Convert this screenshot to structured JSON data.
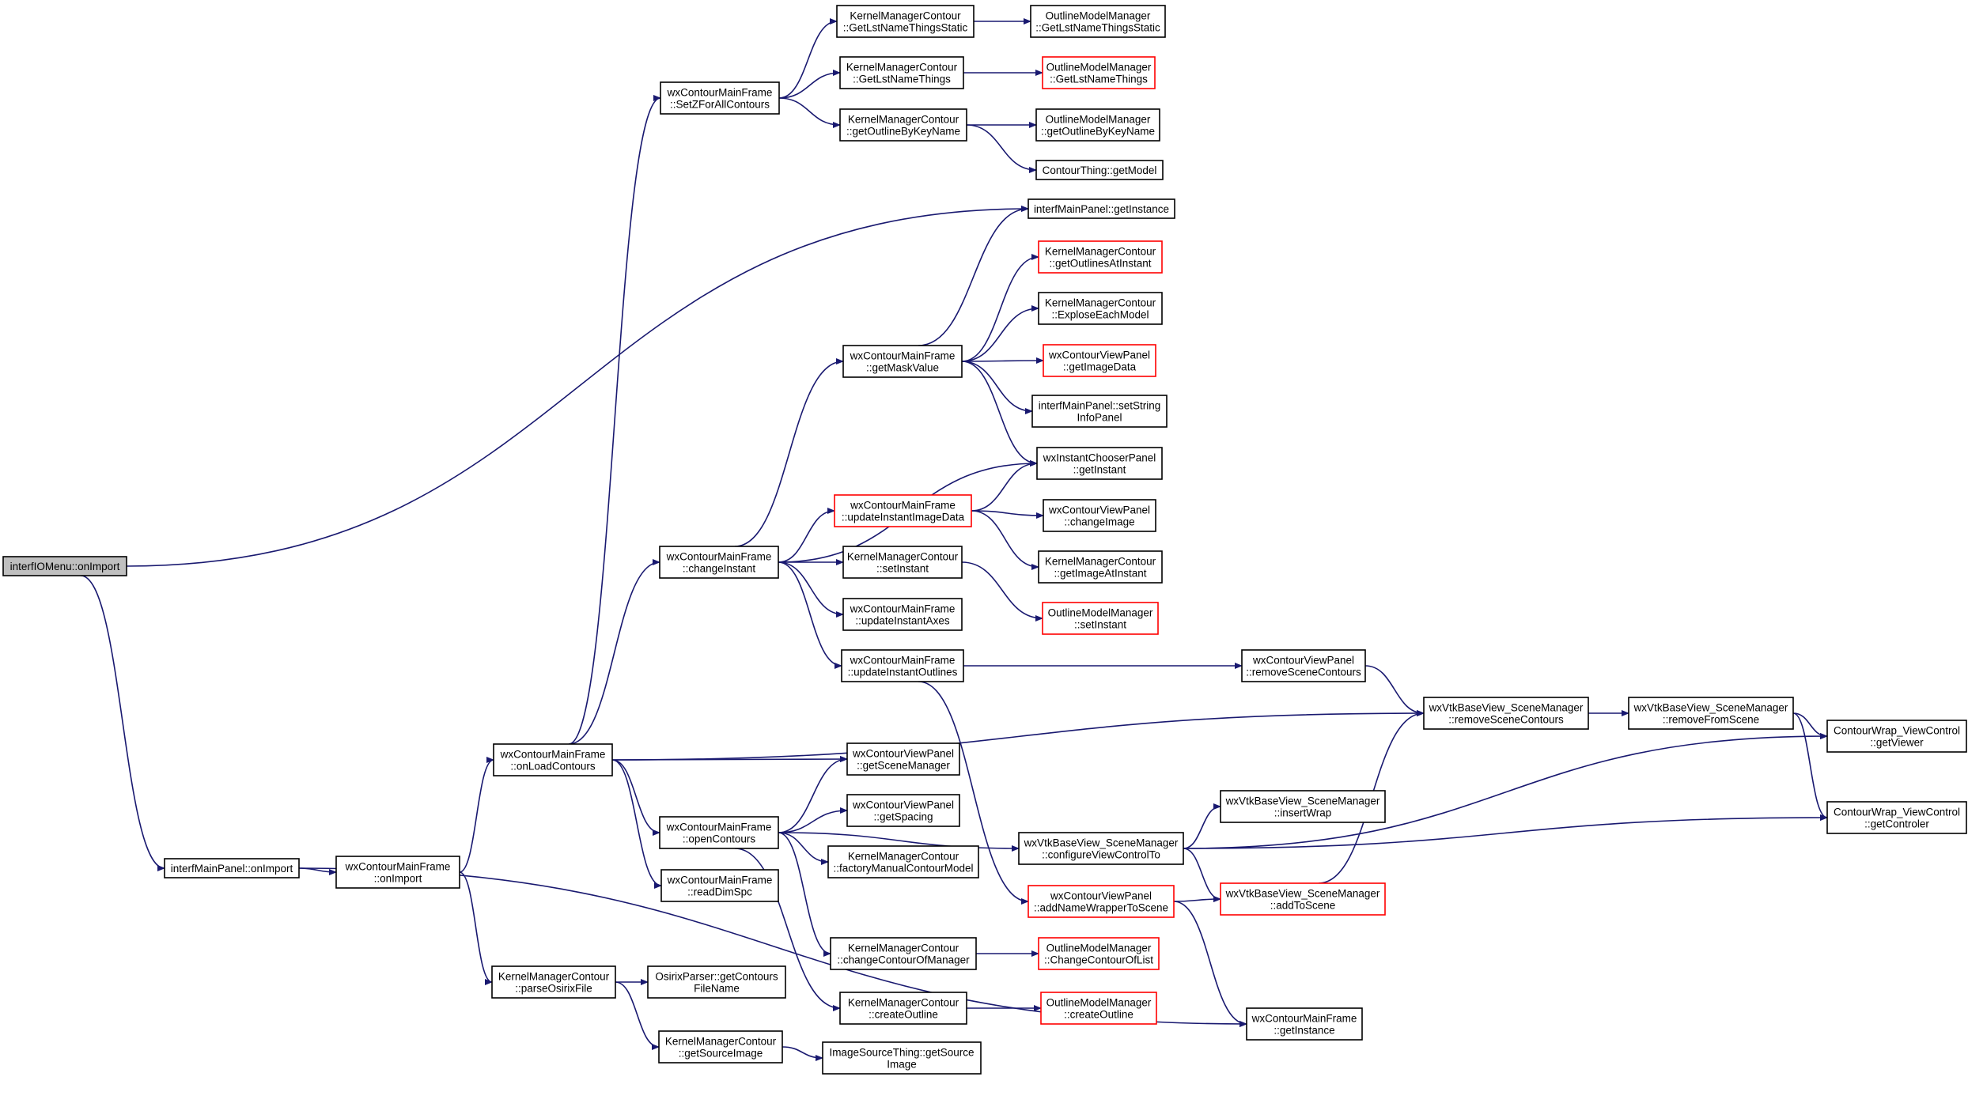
{
  "colors": {
    "edge": "#191970",
    "node_border": "#000000",
    "node_border_truncated": "#ff0000",
    "root_fill": "#bfbfbf",
    "node_fill": "#ffffff"
  },
  "nodes": [
    {
      "id": "n_onimport_menu",
      "lines": [
        "interfIOMenu::onImport"
      ],
      "root": true
    },
    {
      "id": "n_mainpanel_onimport",
      "lines": [
        "interfMainPanel::onImport"
      ]
    },
    {
      "id": "n_frame_onimport",
      "lines": [
        "wxContourMainFrame",
        "::onImport"
      ]
    },
    {
      "id": "n_parseosirix",
      "lines": [
        "KernelManagerContour",
        "::parseOsirixFile"
      ]
    },
    {
      "id": "n_osirix_getcontours",
      "lines": [
        "OsirixParser::getContours",
        "FileName"
      ]
    },
    {
      "id": "n_getsourceimage",
      "lines": [
        "KernelManagerContour",
        "::getSourceImage"
      ]
    },
    {
      "id": "n_imagesource",
      "lines": [
        "ImageSourceThing::getSource",
        "Image"
      ]
    },
    {
      "id": "n_onloadcontours",
      "lines": [
        "wxContourMainFrame",
        "::onLoadContours"
      ]
    },
    {
      "id": "n_setz",
      "lines": [
        "wxContourMainFrame",
        "::SetZForAllContours"
      ]
    },
    {
      "id": "n_kmc_getlststatic",
      "lines": [
        "KernelManagerContour",
        "::GetLstNameThingsStatic"
      ]
    },
    {
      "id": "n_omm_getlststatic",
      "lines": [
        "OutlineModelManager",
        "::GetLstNameThingsStatic"
      ]
    },
    {
      "id": "n_kmc_getlst",
      "lines": [
        "KernelManagerContour",
        "::GetLstNameThings"
      ]
    },
    {
      "id": "n_omm_getlst",
      "lines": [
        "OutlineModelManager",
        "::GetLstNameThings"
      ],
      "truncated": true
    },
    {
      "id": "n_kmc_getoutline",
      "lines": [
        "KernelManagerContour",
        "::getOutlineByKeyName"
      ]
    },
    {
      "id": "n_omm_getoutline",
      "lines": [
        "OutlineModelManager",
        "::getOutlineByKeyName"
      ]
    },
    {
      "id": "n_contourthing_getmodel",
      "lines": [
        "ContourThing::getModel"
      ]
    },
    {
      "id": "n_mainpanel_getinstance",
      "lines": [
        "interfMainPanel::getInstance"
      ]
    },
    {
      "id": "n_changeinstant",
      "lines": [
        "wxContourMainFrame",
        "::changeInstant"
      ]
    },
    {
      "id": "n_getmaskvalue",
      "lines": [
        "wxContourMainFrame",
        "::getMaskValue"
      ]
    },
    {
      "id": "n_kmc_getoutlinesat",
      "lines": [
        "KernelManagerContour",
        "::getOutlinesAtInstant"
      ],
      "truncated": true
    },
    {
      "id": "n_kmc_explose",
      "lines": [
        "KernelManagerContour",
        "::ExploseEachModel"
      ]
    },
    {
      "id": "n_vp_getimagedata",
      "lines": [
        "wxContourViewPanel",
        "::getImageData"
      ],
      "truncated": true
    },
    {
      "id": "n_mainpanel_setstring",
      "lines": [
        "interfMainPanel::setString",
        "InfoPanel"
      ]
    },
    {
      "id": "n_chooser_getinstant",
      "lines": [
        "wxInstantChooserPanel",
        "::getInstant"
      ]
    },
    {
      "id": "n_updateinstantimage",
      "lines": [
        "wxContourMainFrame",
        "::updateInstantImageData"
      ],
      "truncated": true
    },
    {
      "id": "n_vp_changeimage",
      "lines": [
        "wxContourViewPanel",
        "::changeImage"
      ]
    },
    {
      "id": "n_kmc_getimageat",
      "lines": [
        "KernelManagerContour",
        "::getImageAtInstant"
      ]
    },
    {
      "id": "n_kmc_setinstant",
      "lines": [
        "KernelManagerContour",
        "::setInstant"
      ]
    },
    {
      "id": "n_omm_setinstant",
      "lines": [
        "OutlineModelManager",
        "::setInstant"
      ],
      "truncated": true
    },
    {
      "id": "n_updateinstantaxes",
      "lines": [
        "wxContourMainFrame",
        "::updateInstantAxes"
      ]
    },
    {
      "id": "n_updateinstantoutlines",
      "lines": [
        "wxContourMainFrame",
        "::updateInstantOutlines"
      ]
    },
    {
      "id": "n_vp_removescene",
      "lines": [
        "wxContourViewPanel",
        "::removeSceneContours"
      ]
    },
    {
      "id": "n_sm_removescene",
      "lines": [
        "wxVtkBaseView_SceneManager",
        "::removeSceneContours"
      ]
    },
    {
      "id": "n_sm_removefrom",
      "lines": [
        "wxVtkBaseView_SceneManager",
        "::removeFromScene"
      ]
    },
    {
      "id": "n_cw_getviewer",
      "lines": [
        "ContourWrap_ViewControl",
        "::getViewer"
      ]
    },
    {
      "id": "n_cw_getcontroler",
      "lines": [
        "ContourWrap_ViewControl",
        "::getControler"
      ]
    },
    {
      "id": "n_vp_getscenemanager",
      "lines": [
        "wxContourViewPanel",
        "::getSceneManager"
      ]
    },
    {
      "id": "n_opencontours",
      "lines": [
        "wxContourMainFrame",
        "::openContours"
      ]
    },
    {
      "id": "n_vp_getspacing",
      "lines": [
        "wxContourViewPanel",
        "::getSpacing"
      ]
    },
    {
      "id": "n_kmc_factory",
      "lines": [
        "KernelManagerContour",
        "::factoryManualContourModel"
      ]
    },
    {
      "id": "n_readdimspc",
      "lines": [
        "wxContourMainFrame",
        "::readDimSpc"
      ]
    },
    {
      "id": "n_sm_configure",
      "lines": [
        "wxVtkBaseView_SceneManager",
        "::configureViewControlTo"
      ]
    },
    {
      "id": "n_sm_insertwrap",
      "lines": [
        "wxVtkBaseView_SceneManager",
        "::insertWrap"
      ]
    },
    {
      "id": "n_vp_addname",
      "lines": [
        "wxContourViewPanel",
        "::addNameWrapperToScene"
      ],
      "truncated": true
    },
    {
      "id": "n_sm_addtoscene",
      "lines": [
        "wxVtkBaseView_SceneManager",
        "::addToScene"
      ],
      "truncated": true
    },
    {
      "id": "n_kmc_changecontour",
      "lines": [
        "KernelManagerContour",
        "::changeContourOfManager"
      ]
    },
    {
      "id": "n_omm_changecontour",
      "lines": [
        "OutlineModelManager",
        "::ChangeContourOfList"
      ],
      "truncated": true
    },
    {
      "id": "n_kmc_createoutline",
      "lines": [
        "KernelManagerContour",
        "::createOutline"
      ]
    },
    {
      "id": "n_omm_createoutline",
      "lines": [
        "OutlineModelManager",
        "::createOutline"
      ],
      "truncated": true
    },
    {
      "id": "n_frame_getinstance",
      "lines": [
        "wxContourMainFrame",
        "::getInstance"
      ]
    }
  ],
  "edges": [
    {
      "from": "n_onimport_menu",
      "to": "n_mainpanel_getinstance"
    },
    {
      "from": "n_onimport_menu",
      "to": "n_mainpanel_onimport"
    },
    {
      "from": "n_mainpanel_onimport",
      "to": "n_frame_onimport"
    },
    {
      "from": "n_mainpanel_onimport",
      "to": "n_frame_getinstance"
    },
    {
      "from": "n_frame_onimport",
      "to": "n_onloadcontours"
    },
    {
      "from": "n_frame_onimport",
      "to": "n_parseosirix"
    },
    {
      "from": "n_parseosirix",
      "to": "n_osirix_getcontours"
    },
    {
      "from": "n_parseosirix",
      "to": "n_getsourceimage"
    },
    {
      "from": "n_getsourceimage",
      "to": "n_imagesource"
    },
    {
      "from": "n_onloadcontours",
      "to": "n_setz"
    },
    {
      "from": "n_onloadcontours",
      "to": "n_changeinstant"
    },
    {
      "from": "n_onloadcontours",
      "to": "n_sm_removescene"
    },
    {
      "from": "n_onloadcontours",
      "to": "n_vp_getscenemanager"
    },
    {
      "from": "n_onloadcontours",
      "to": "n_opencontours"
    },
    {
      "from": "n_onloadcontours",
      "to": "n_readdimspc"
    },
    {
      "from": "n_setz",
      "to": "n_kmc_getlststatic"
    },
    {
      "from": "n_setz",
      "to": "n_kmc_getlst"
    },
    {
      "from": "n_setz",
      "to": "n_kmc_getoutline"
    },
    {
      "from": "n_kmc_getlststatic",
      "to": "n_omm_getlststatic"
    },
    {
      "from": "n_kmc_getlst",
      "to": "n_omm_getlst"
    },
    {
      "from": "n_kmc_getoutline",
      "to": "n_omm_getoutline"
    },
    {
      "from": "n_kmc_getoutline",
      "to": "n_contourthing_getmodel"
    },
    {
      "from": "n_changeinstant",
      "to": "n_getmaskvalue"
    },
    {
      "from": "n_changeinstant",
      "to": "n_chooser_getinstant"
    },
    {
      "from": "n_changeinstant",
      "to": "n_updateinstantimage"
    },
    {
      "from": "n_changeinstant",
      "to": "n_kmc_setinstant"
    },
    {
      "from": "n_changeinstant",
      "to": "n_updateinstantaxes"
    },
    {
      "from": "n_changeinstant",
      "to": "n_updateinstantoutlines"
    },
    {
      "from": "n_getmaskvalue",
      "to": "n_mainpanel_getinstance"
    },
    {
      "from": "n_getmaskvalue",
      "to": "n_kmc_getoutlinesat"
    },
    {
      "from": "n_getmaskvalue",
      "to": "n_kmc_explose"
    },
    {
      "from": "n_getmaskvalue",
      "to": "n_vp_getimagedata"
    },
    {
      "from": "n_getmaskvalue",
      "to": "n_mainpanel_setstring"
    },
    {
      "from": "n_getmaskvalue",
      "to": "n_chooser_getinstant"
    },
    {
      "from": "n_updateinstantimage",
      "to": "n_chooser_getinstant"
    },
    {
      "from": "n_updateinstantimage",
      "to": "n_vp_changeimage"
    },
    {
      "from": "n_updateinstantimage",
      "to": "n_kmc_getimageat"
    },
    {
      "from": "n_kmc_setinstant",
      "to": "n_omm_setinstant"
    },
    {
      "from": "n_updateinstantoutlines",
      "to": "n_vp_removescene"
    },
    {
      "from": "n_updateinstantoutlines",
      "to": "n_vp_addname"
    },
    {
      "from": "n_vp_removescene",
      "to": "n_sm_removescene"
    },
    {
      "from": "n_sm_removescene",
      "to": "n_sm_removefrom"
    },
    {
      "from": "n_sm_removefrom",
      "to": "n_cw_getviewer"
    },
    {
      "from": "n_sm_removefrom",
      "to": "n_cw_getcontroler"
    },
    {
      "from": "n_opencontours",
      "to": "n_vp_getscenemanager"
    },
    {
      "from": "n_opencontours",
      "to": "n_vp_getspacing"
    },
    {
      "from": "n_opencontours",
      "to": "n_kmc_factory"
    },
    {
      "from": "n_opencontours",
      "to": "n_sm_configure"
    },
    {
      "from": "n_opencontours",
      "to": "n_kmc_changecontour"
    },
    {
      "from": "n_opencontours",
      "to": "n_kmc_createoutline"
    },
    {
      "from": "n_sm_configure",
      "to": "n_cw_getviewer"
    },
    {
      "from": "n_sm_configure",
      "to": "n_sm_insertwrap"
    },
    {
      "from": "n_sm_configure",
      "to": "n_cw_getcontroler"
    },
    {
      "from": "n_sm_configure",
      "to": "n_sm_addtoscene"
    },
    {
      "from": "n_vp_addname",
      "to": "n_sm_addtoscene"
    },
    {
      "from": "n_vp_addname",
      "to": "n_frame_getinstance"
    },
    {
      "from": "n_sm_addtoscene",
      "to": "n_sm_removescene"
    },
    {
      "from": "n_kmc_changecontour",
      "to": "n_omm_changecontour"
    },
    {
      "from": "n_kmc_createoutline",
      "to": "n_omm_createoutline"
    }
  ]
}
